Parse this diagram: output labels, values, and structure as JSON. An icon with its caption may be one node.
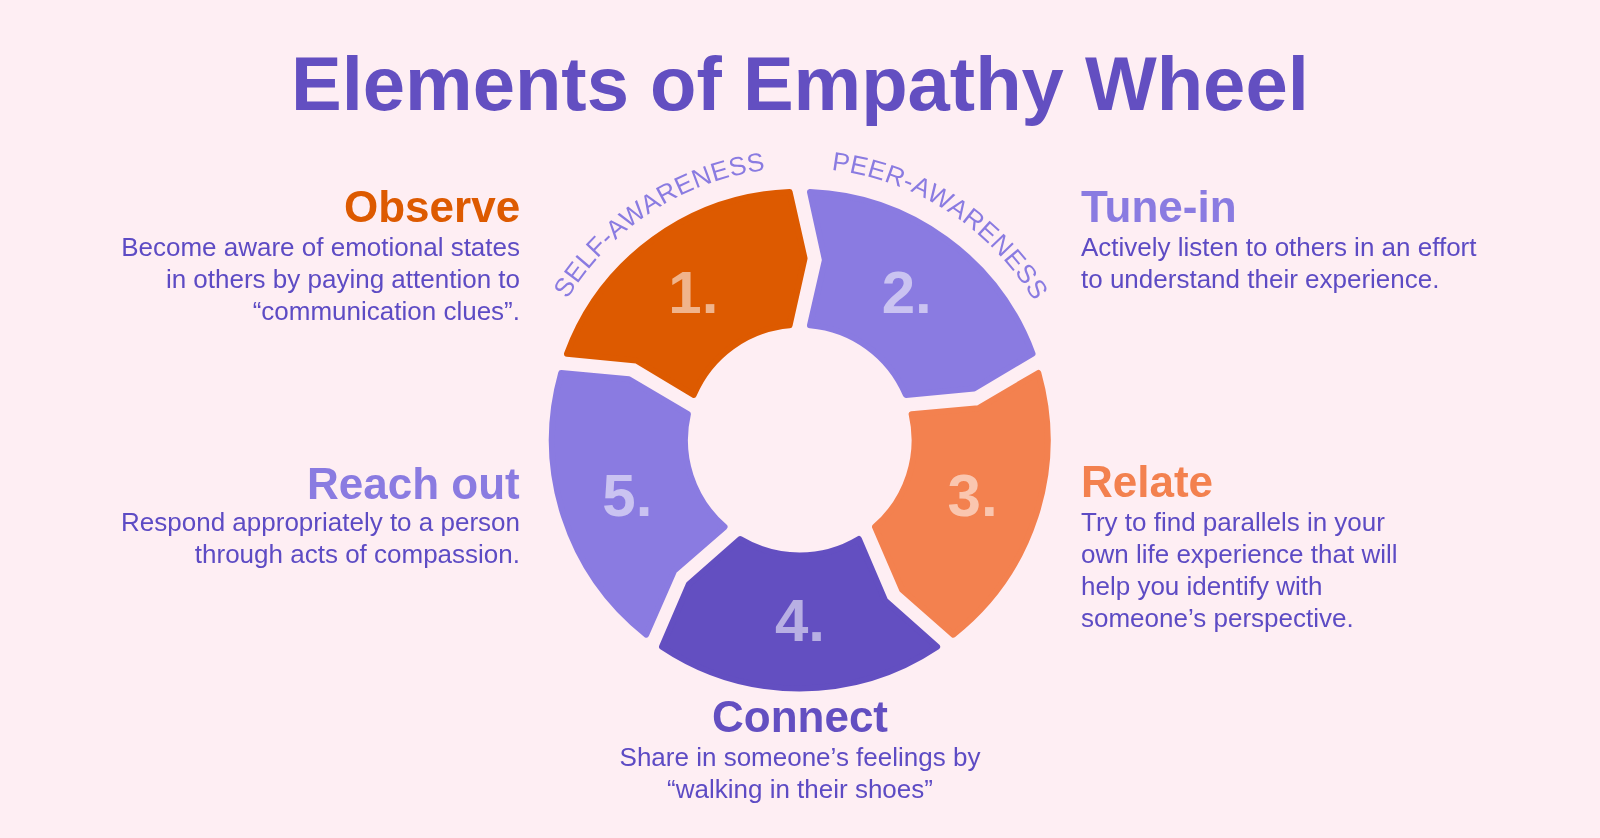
{
  "diagram": {
    "title": "Elements of Empathy Wheel",
    "nodes": [
      {
        "text": [
          "1."
        ],
        "beside": [
          "Observe",
          "Become aware of emotional states in others by paying attention to “communication clues”."
        ]
      },
      {
        "text": [
          "2."
        ],
        "beside": [
          "Tune-in",
          "Actively listen to others in an effort to understand their experience."
        ]
      },
      {
        "text": [
          "3."
        ],
        "beside": [
          "Relate",
          "Try to find parallels in your own life experience that will help you identify with someone’s perspective."
        ]
      },
      {
        "text": [
          "4."
        ],
        "beside": [
          "Connect",
          "Share in someone’s feelings by “walking in their shoes”"
        ]
      },
      {
        "text": [
          "5."
        ],
        "beside": [
          "Reach out",
          "Respond appropriately to a person through acts of compassion."
        ]
      }
    ],
    "labels": [
      "SELF-AWARENESS",
      "PEER-AWARENESS"
    ]
  }
}
